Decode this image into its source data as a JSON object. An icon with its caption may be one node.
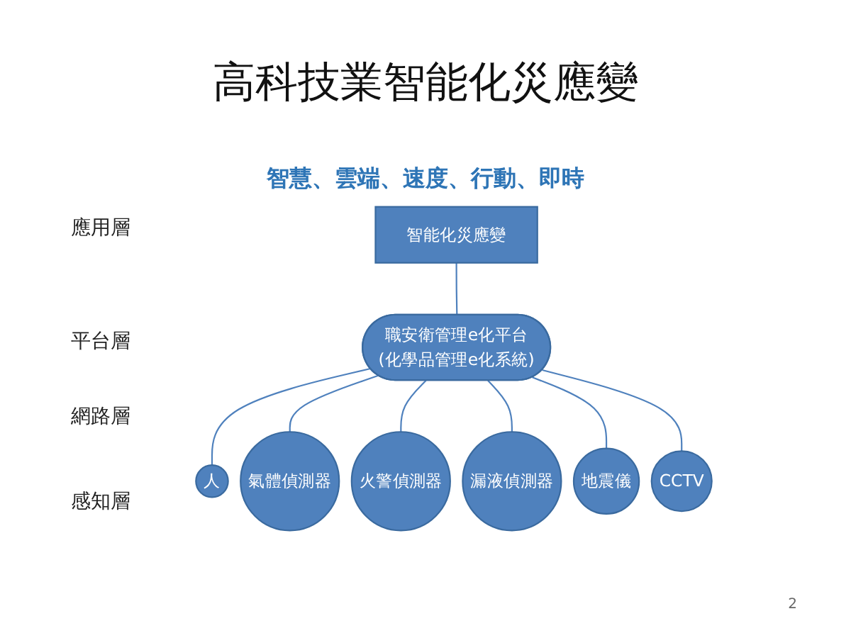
{
  "diagram": {
    "title": "高科技業智能化災應變",
    "nodes": [
      {
        "text": [
          "智能化災應變"
        ]
      },
      {
        "text": [
          "職安衛管理e化平台",
          "(化學品管理e化系統)"
        ]
      },
      {
        "text": [
          "人"
        ]
      },
      {
        "text": [
          "氣體偵測器"
        ]
      },
      {
        "text": [
          "火警偵測器"
        ]
      },
      {
        "text": [
          "漏液偵測器"
        ]
      },
      {
        "text": [
          "地震儀"
        ]
      },
      {
        "text": [
          "CCTV"
        ]
      }
    ],
    "edges": [
      {
        "from": 0,
        "to": 1,
        "arrow": "none"
      },
      {
        "from": 1,
        "to": 2,
        "arrow": "none"
      },
      {
        "from": 1,
        "to": 3,
        "arrow": "none"
      },
      {
        "from": 1,
        "to": 4,
        "arrow": "none"
      },
      {
        "from": 1,
        "to": 5,
        "arrow": "none"
      },
      {
        "from": 1,
        "to": 6,
        "arrow": "none"
      },
      {
        "from": 1,
        "to": 7,
        "arrow": "none"
      }
    ],
    "labels": [
      "智慧、雲端、速度、行動、即時",
      "應用層",
      "平台層",
      "網路層",
      "感知層",
      "2"
    ]
  }
}
